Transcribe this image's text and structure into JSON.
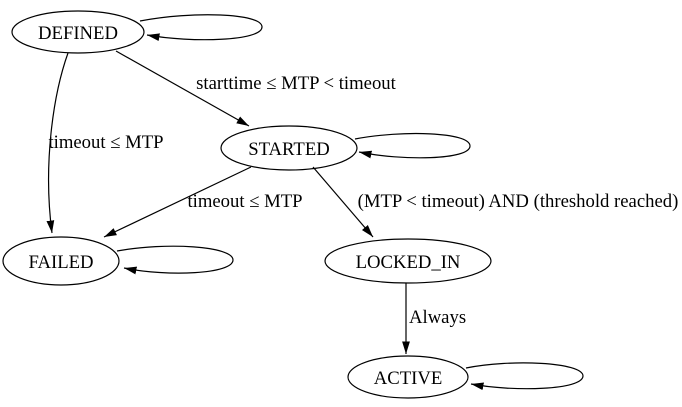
{
  "diagram": {
    "type": "state-machine",
    "background_color": "#ffffff",
    "line_color": "#000000",
    "text_color": "#000000",
    "nodes": [
      {
        "id": "defined",
        "label": "DEFINED",
        "has_self_loop": true
      },
      {
        "id": "started",
        "label": "STARTED",
        "has_self_loop": true
      },
      {
        "id": "failed",
        "label": "FAILED",
        "has_self_loop": true
      },
      {
        "id": "locked_in",
        "label": "LOCKED_IN",
        "has_self_loop": false
      },
      {
        "id": "active",
        "label": "ACTIVE",
        "has_self_loop": true
      }
    ],
    "edges": [
      {
        "from": "DEFINED",
        "to": "STARTED",
        "label": "starttime ≤ MTP < timeout"
      },
      {
        "from": "DEFINED",
        "to": "FAILED",
        "label": "timeout ≤ MTP"
      },
      {
        "from": "STARTED",
        "to": "FAILED",
        "label": "timeout ≤ MTP"
      },
      {
        "from": "STARTED",
        "to": "LOCKED_IN",
        "label": "(MTP < timeout) AND (threshold reached)"
      },
      {
        "from": "LOCKED_IN",
        "to": "ACTIVE",
        "label": "Always"
      },
      {
        "from": "DEFINED",
        "to": "DEFINED",
        "label": ""
      },
      {
        "from": "STARTED",
        "to": "STARTED",
        "label": ""
      },
      {
        "from": "FAILED",
        "to": "FAILED",
        "label": ""
      },
      {
        "from": "ACTIVE",
        "to": "ACTIVE",
        "label": ""
      }
    ]
  }
}
